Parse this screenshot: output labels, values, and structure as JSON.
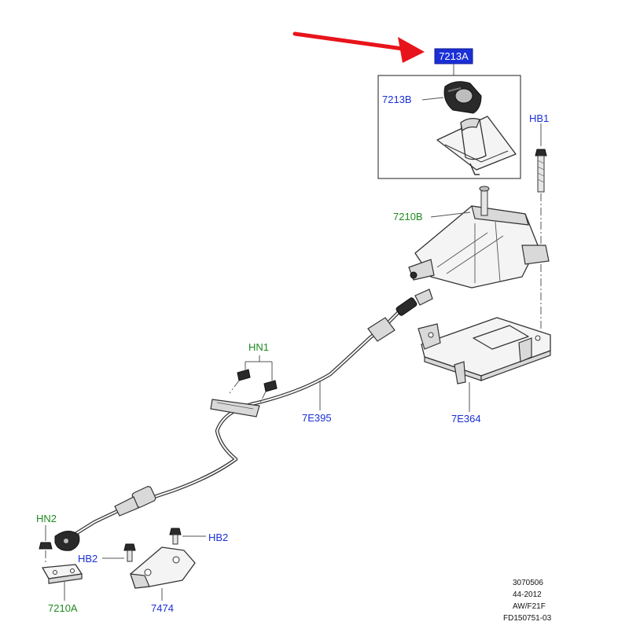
{
  "colors": {
    "arrow": "#e8141b",
    "label_blue": "#1a2fd6",
    "label_green": "#1f8a1f",
    "highlight_fill": "#1a2fd6",
    "highlight_text": "#ffffff",
    "line": "#333333"
  },
  "callouts": {
    "c_7213A": "7213A",
    "c_7213B": "7213B",
    "c_HB1": "HB1",
    "c_7210B": "7210B",
    "c_HN1": "HN1",
    "c_7E395": "7E395",
    "c_7E364": "7E364",
    "c_HN2": "HN2",
    "c_HB2_left": "HB2",
    "c_HB2_right": "HB2",
    "c_7210A": "7210A",
    "c_7474": "7474"
  },
  "drawing_info": {
    "line1": "3070506",
    "line2": "44-2012",
    "line3": "AW/F21F",
    "line4": "FD150751-03"
  }
}
